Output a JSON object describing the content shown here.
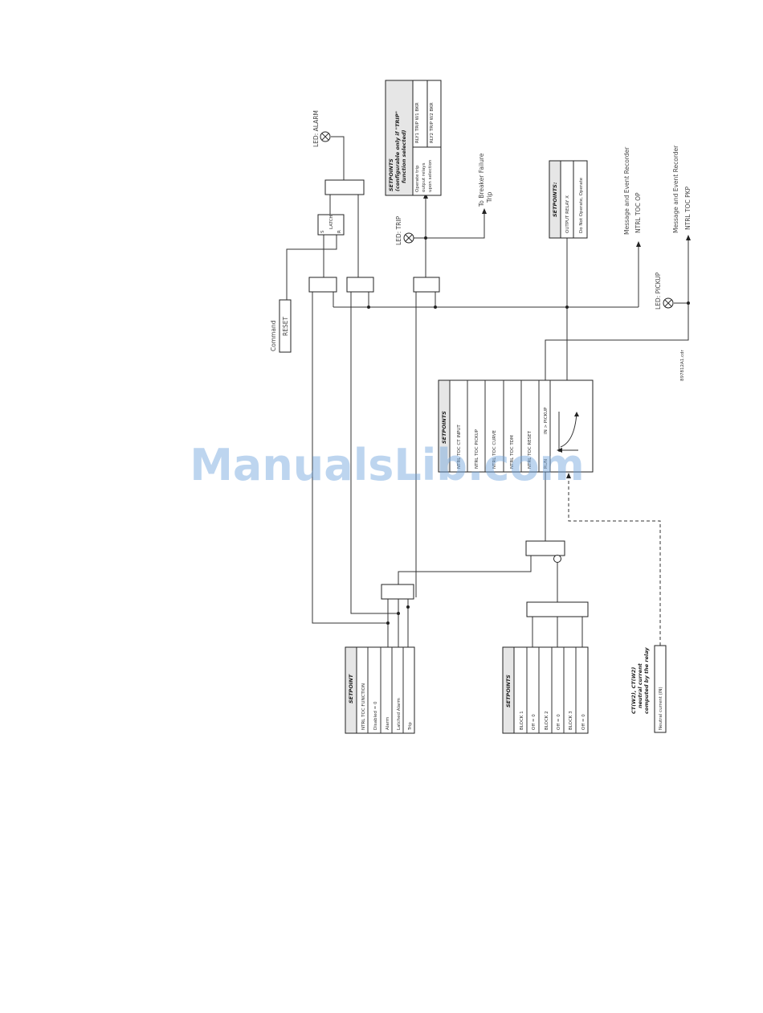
{
  "watermark": "ManualsLib.com",
  "figure_code": "897812A1.cdr",
  "leds": {
    "alarm": "LED: ALARM",
    "trip": "LED: TRIP",
    "pickup": "LED: PICKUP"
  },
  "trip_setpoints": {
    "header1": "SETPOINTS",
    "header2": "(configurable only if \"TRIP\"",
    "header3": "function selected)",
    "desc1": "Operate trip",
    "desc2": "output relays",
    "desc3": "upon selection",
    "relay1": "RLY1 TRIP W1 BKR",
    "relay2": "RLY2 TRIP W2 BKR"
  },
  "breaker_failure": {
    "line1": "To Breaker Failure",
    "line2": "Trip"
  },
  "output_relay": {
    "header": "SETPOINTS:",
    "line1": "OUTPUT RELAY X",
    "line2": "Do Not Operate, Operate"
  },
  "recorder_op": {
    "line1": "Message and Event Recorder",
    "line2": "NTRL TOC OP"
  },
  "recorder_pkp": {
    "line1": "Message and Event Recorder",
    "line2": "NTRL TOC PKP"
  },
  "command": {
    "label": "Command",
    "value": "RESET"
  },
  "latch": {
    "label": "LATCH",
    "s": "S",
    "r": "R"
  },
  "toc_setpoints": {
    "header": "SETPOINTS",
    "rows": [
      "NTRL TOC CT INPUT",
      "NTRL TOC PICKUP",
      "NTRL TOC CURVE",
      "NTRL TOC TDM",
      "NTRL TOC RESET"
    ],
    "element": "IN > PICKUP",
    "run": "RUN"
  },
  "function_setpoint": {
    "header": "SETPOINT",
    "rows": [
      "NTRL TOC FUNCTION",
      "Disabled = 0",
      "Alarm",
      "Latched Alarm",
      "Trip"
    ]
  },
  "block_setpoints": {
    "header": "SETPOINTS",
    "rows": [
      "BLOCK 1",
      "Off = 0",
      "BLOCK 2",
      "Off = 0",
      "BLOCK 3",
      "Off = 0"
    ]
  },
  "ct_input": {
    "line1": "CT(W2), CT(W2)",
    "line2": "neutral current",
    "line3": "computed by the relay",
    "value": "Neutral current (IN)"
  },
  "colors": {
    "header_fill": "#e6e6e6",
    "line": "#333333",
    "watermark": "#6fa4dd"
  },
  "icons": [
    "led-lamp-icon",
    "arrow-head-icon",
    "inverse-time-curve-icon"
  ]
}
